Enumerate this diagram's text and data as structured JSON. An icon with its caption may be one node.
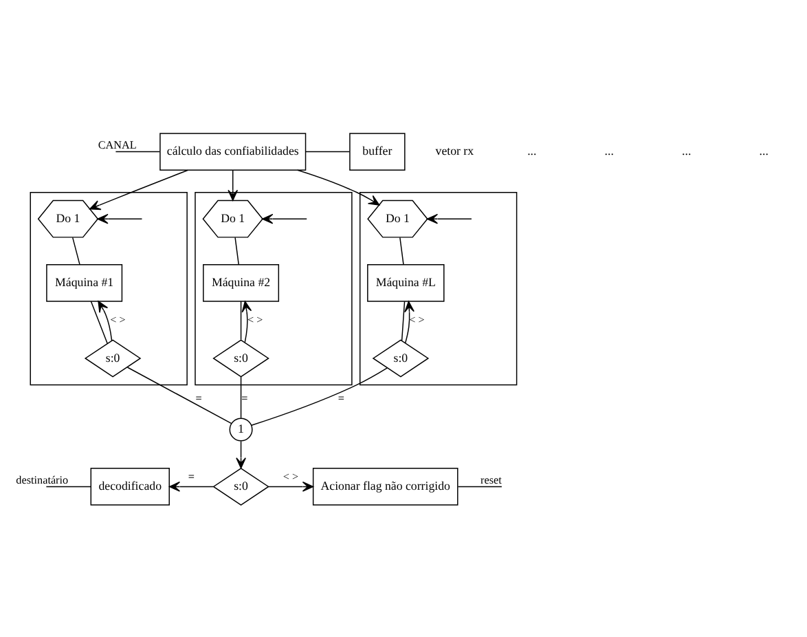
{
  "diagram": {
    "nodes": [
      {
        "text": [
          "cálculo das confiabilidades"
        ]
      },
      {
        "text": [
          "buffer"
        ]
      },
      {
        "text": [],
        "shape": "box"
      },
      {
        "text": [
          "Do 1"
        ],
        "in": 2
      },
      {
        "text": [
          "Máquina #1"
        ],
        "in": 2
      },
      {
        "text": [
          "s:0"
        ],
        "in": 2
      },
      {
        "text": [],
        "shape": "box"
      },
      {
        "text": [
          "Do 1"
        ],
        "in": 6
      },
      {
        "text": [
          "Máquina #2"
        ],
        "in": 6
      },
      {
        "text": [
          "s:0"
        ],
        "in": 6
      },
      {
        "text": [],
        "shape": "box"
      },
      {
        "text": [
          "Do 1"
        ],
        "in": 10
      },
      {
        "text": [
          "Máquina #L"
        ],
        "in": 10
      },
      {
        "text": [
          "s:0"
        ],
        "in": 10
      },
      {
        "text": [
          "1"
        ]
      },
      {
        "text": [
          "s:0"
        ]
      },
      {
        "text": [
          "decodificado"
        ]
      },
      {
        "text": [
          "Acionar flag não corrigido"
        ]
      }
    ],
    "edges": [
      {
        "from": null,
        "to": 0,
        "arrow": "none",
        "label": "CANAL"
      },
      {
        "from": 0,
        "to": 1,
        "arrow": "none"
      },
      {
        "from": 0,
        "to": 3,
        "arrow": "to"
      },
      {
        "from": 0,
        "to": 7,
        "arrow": "to"
      },
      {
        "from": 0,
        "to": 11,
        "arrow": "to"
      },
      {
        "from": null,
        "to": 3,
        "arrow": "to"
      },
      {
        "from": null,
        "to": 7,
        "arrow": "to"
      },
      {
        "from": null,
        "to": 11,
        "arrow": "to"
      },
      {
        "from": 3,
        "to": 4,
        "arrow": "none"
      },
      {
        "from": 4,
        "to": 5,
        "arrow": "none"
      },
      {
        "from": 5,
        "to": 4,
        "arrow": "to",
        "label": "< >"
      },
      {
        "from": 7,
        "to": 8,
        "arrow": "none"
      },
      {
        "from": 8,
        "to": 9,
        "arrow": "none"
      },
      {
        "from": 9,
        "to": 8,
        "arrow": "to",
        "label": "< >"
      },
      {
        "from": 11,
        "to": 12,
        "arrow": "none"
      },
      {
        "from": 12,
        "to": 13,
        "arrow": "none"
      },
      {
        "from": 13,
        "to": 12,
        "arrow": "to",
        "label": "< >"
      },
      {
        "from": 5,
        "to": 14,
        "arrow": "none",
        "label": "="
      },
      {
        "from": 9,
        "to": 14,
        "arrow": "none",
        "label": "="
      },
      {
        "from": 13,
        "to": 14,
        "arrow": "none",
        "label": "="
      },
      {
        "from": 14,
        "to": 15,
        "arrow": "to"
      },
      {
        "from": 15,
        "to": 16,
        "arrow": "to",
        "label": "="
      },
      {
        "from": 15,
        "to": 17,
        "arrow": "to",
        "label": "< >"
      },
      {
        "from": 16,
        "to": null,
        "arrow": "none",
        "label": "destinatário"
      },
      {
        "from": 17,
        "to": null,
        "arrow": "none",
        "label": "reset"
      }
    ],
    "labels": [
      "vetor rx",
      "...",
      "...",
      "...",
      "..."
    ]
  }
}
